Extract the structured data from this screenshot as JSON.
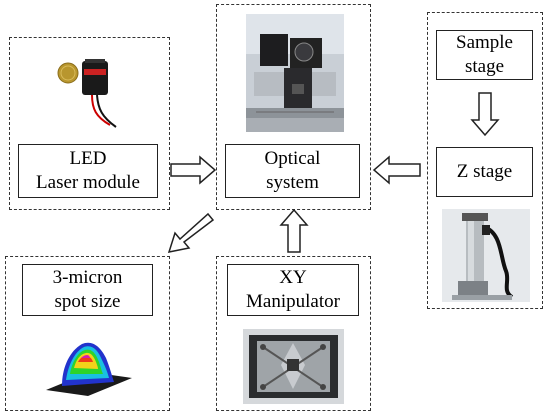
{
  "diagram": {
    "laser": {
      "line1": "LED",
      "line2": "Laser module",
      "photo": "laser-module-photo"
    },
    "optical": {
      "line1": "Optical",
      "line2": "system",
      "photo": "optical-system-photo"
    },
    "sample": {
      "line1": "Sample",
      "line2": "stage"
    },
    "z": {
      "label": "Z stage",
      "photo": "z-stage-photo"
    },
    "spot": {
      "line1": "3-micron",
      "line2": "spot size",
      "photo": "spot-size-3d-plot"
    },
    "xy": {
      "line1": "XY",
      "line2": "Manipulator",
      "photo": "xy-manipulator-photo"
    }
  },
  "colors": {
    "border": "#222222",
    "arrow_fill": "#ffffff",
    "background": "#ffffff"
  }
}
